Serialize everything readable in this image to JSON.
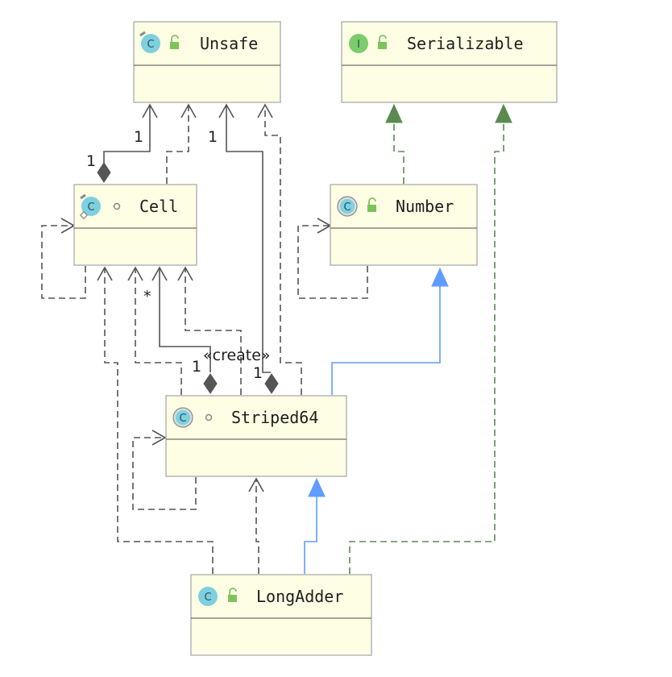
{
  "diagram": {
    "classes": {
      "unsafe": {
        "name": "Unsafe",
        "kind": "class",
        "icon": "class-icon",
        "visibility": "public"
      },
      "serializable": {
        "name": "Serializable",
        "kind": "interface",
        "icon": "interface-icon",
        "visibility": "public"
      },
      "cell": {
        "name": "Cell",
        "kind": "class",
        "icon": "class-icon",
        "visibility": "package"
      },
      "number": {
        "name": "Number",
        "kind": "abstract-class",
        "icon": "abstract-class-icon",
        "visibility": "public"
      },
      "striped64": {
        "name": "Striped64",
        "kind": "abstract-class",
        "icon": "abstract-class-icon",
        "visibility": "package"
      },
      "longadder": {
        "name": "LongAdder",
        "kind": "class",
        "icon": "class-icon",
        "visibility": "public"
      }
    },
    "labels": {
      "cell_unsafe_target_mult": "1",
      "cell_unsafe_source_mult": "1",
      "striped_unsafe_target_mult": "1",
      "striped_unsafe_source_mult": "1",
      "striped_cell_target_mult": "*",
      "striped_cell_source_mult": "1",
      "create_stereotype": "«create»"
    },
    "colors": {
      "class_fill": "#fefee4",
      "extends": "#5f9cff",
      "implements": "#5a8a50",
      "dependency": "#555555",
      "class_icon": "#7ed0df",
      "interface_icon": "#7ccc6b"
    }
  }
}
